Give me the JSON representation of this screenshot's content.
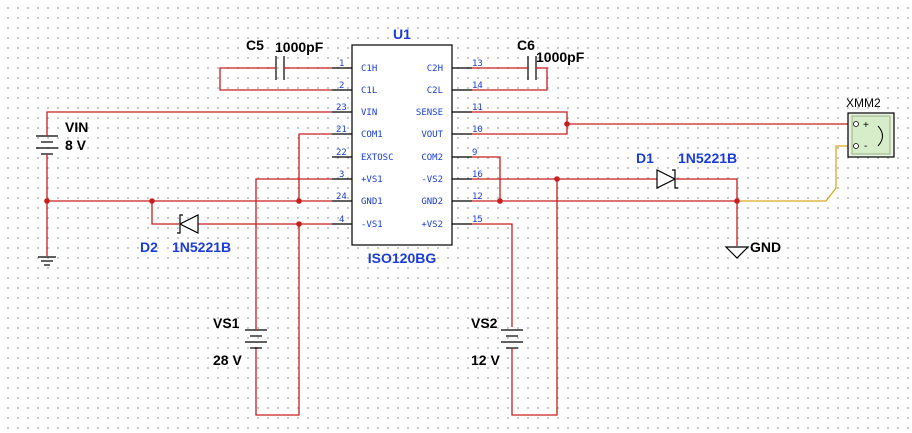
{
  "ic": {
    "ref": "U1",
    "part": "ISO120BG",
    "left_pins": [
      {
        "num": "1",
        "name": "C1H"
      },
      {
        "num": "2",
        "name": "C1L"
      },
      {
        "num": "23",
        "name": "VIN"
      },
      {
        "num": "21",
        "name": "COM1"
      },
      {
        "num": "22",
        "name": "EXTOSC"
      },
      {
        "num": "3",
        "name": "+VS1"
      },
      {
        "num": "24",
        "name": "GND1"
      },
      {
        "num": "4",
        "name": "-VS1"
      }
    ],
    "right_pins": [
      {
        "num": "13",
        "name": "C2H"
      },
      {
        "num": "14",
        "name": "C2L"
      },
      {
        "num": "11",
        "name": "SENSE"
      },
      {
        "num": "10",
        "name": "VOUT"
      },
      {
        "num": "9",
        "name": "COM2"
      },
      {
        "num": "16",
        "name": "-VS2"
      },
      {
        "num": "12",
        "name": "GND2"
      },
      {
        "num": "15",
        "name": "+VS2"
      }
    ]
  },
  "c5": {
    "ref": "C5",
    "value": "1000pF"
  },
  "c6": {
    "ref": "C6",
    "value": "1000pF"
  },
  "vin": {
    "ref": "VIN",
    "value": "8 V"
  },
  "vs1": {
    "ref": "VS1",
    "value": "28 V"
  },
  "vs2": {
    "ref": "VS2",
    "value": "12 V"
  },
  "d1": {
    "ref": "D1",
    "part": "1N5221B"
  },
  "d2": {
    "ref": "D2",
    "part": "1N5221B"
  },
  "meter": {
    "ref": "XMM2",
    "plus": "+",
    "minus": "-"
  },
  "gnd": {
    "label": "GND"
  }
}
